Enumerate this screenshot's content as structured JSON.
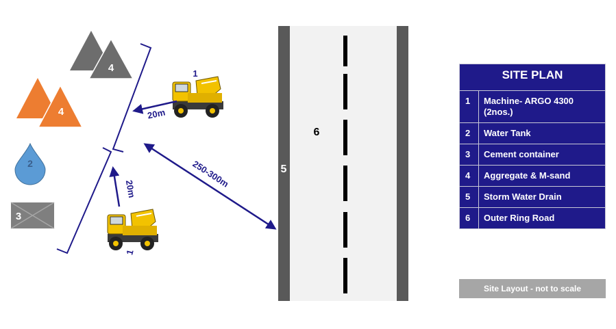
{
  "markers": {
    "aggregate_top": "4",
    "aggregate_left": "4",
    "water_tank": "2",
    "cement_container": "3",
    "machine_top": "1",
    "machine_bottom": "1",
    "storm_drain": "5",
    "road": "6"
  },
  "distances": {
    "machine_top": "20m",
    "machine_bottom": "20m",
    "to_road": "250-300m"
  },
  "legend": {
    "title": "SITE PLAN",
    "items": [
      {
        "num": "1",
        "text": "Machine- ARGO 4300 (2nos.)"
      },
      {
        "num": "2",
        "text": "Water Tank"
      },
      {
        "num": "3",
        "text": "Cement container"
      },
      {
        "num": "4",
        "text": "Aggregate & M-sand"
      },
      {
        "num": "5",
        "text": "Storm Water Drain"
      },
      {
        "num": "6",
        "text": "Outer Ring Road"
      }
    ]
  },
  "footnote": "Site Layout - not to scale",
  "colors": {
    "navy": "#1f1a8a",
    "gray_pile": "#6d6d6d",
    "orange_pile": "#ed7d31",
    "water": "#5b9bd5",
    "container": "#7f7f7f",
    "drain": "#595959",
    "road": "#f2f2f2",
    "machine_yellow": "#f2c200"
  }
}
